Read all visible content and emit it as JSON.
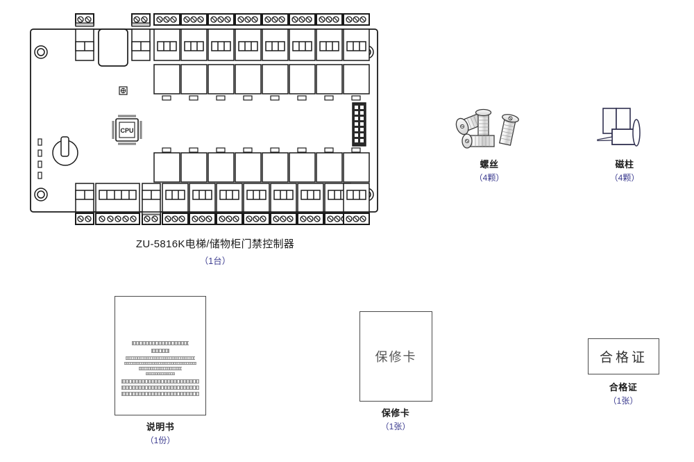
{
  "page": {
    "title": "ZU-5816K 电梯/储物柜门禁控制器 装箱清单",
    "background_color": "#ffffff",
    "caption_color": "#1a1a1a",
    "quantity_color": "#3b3b8f",
    "outline_color": "#1a1a1a"
  },
  "items": [
    {
      "id": "controller",
      "icon": "pcb-controller-board",
      "name": "ZU-5816K电梯/储物柜门禁控制器",
      "quantity": "（1台）"
    },
    {
      "id": "screws",
      "icon": "screws",
      "name": "螺丝",
      "quantity": "（4颗）"
    },
    {
      "id": "magnet-posts",
      "icon": "magnetic-post",
      "name": "磁柱",
      "quantity": "（4颗）"
    },
    {
      "id": "manual",
      "icon": "manual-booklet",
      "name": "说明书",
      "quantity": "（1份）"
    },
    {
      "id": "warranty-card",
      "icon": "warranty-card",
      "name": "保修卡",
      "quantity": "（1张）",
      "face_text": "保修卡"
    },
    {
      "id": "certificate",
      "icon": "certificate-card",
      "name": "合格证",
      "quantity": "（1张）",
      "face_text": "合格证"
    }
  ],
  "board": {
    "cpu_label": "CPU",
    "terminal_count_top": 10,
    "terminal_count_bottom": 12,
    "relay_count_top": 8,
    "relay_count_bottom": 8,
    "mounting_holes": 4,
    "pin_header": "2x8",
    "led_count": 4
  }
}
